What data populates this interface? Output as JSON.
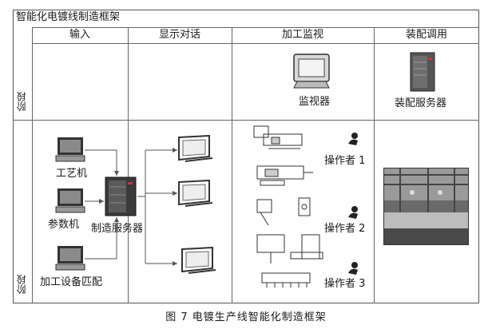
{
  "title": "智能化电镀线制造框架",
  "columns": [
    "输入",
    "显示对话",
    "加工监视",
    "装配调用"
  ],
  "rows": [
    "阶段",
    "阶段"
  ],
  "labels": {
    "monitor": "监视器",
    "assembly_server": "装配服务器",
    "process_pc": "工艺机",
    "param_pc": "参数机",
    "equip_match": "加工设备匹配",
    "mfg_server": "制造服务器",
    "operator1": "操作者 1",
    "operator2": "操作者 2",
    "operator3": "操作者 3"
  },
  "caption": "图 7  电镀生产线智能化制造框架",
  "colors": {
    "frame": "#555555",
    "device": "#333333",
    "screen": "#f4f4f4"
  }
}
